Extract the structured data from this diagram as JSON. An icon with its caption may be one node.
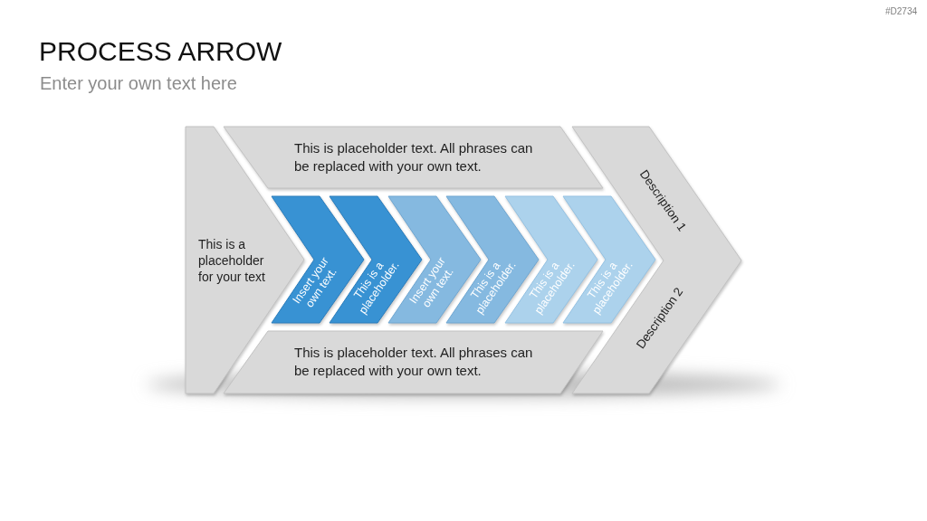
{
  "diagram": {
    "title": "PROCESS ARROW",
    "nodes": [
      {
        "text": [
          "This is a placeholder for your text"
        ]
      },
      {
        "text": [
          "This is placeholder text. All phrases can be replaced with your own text."
        ]
      },
      {
        "text": [
          "Insert your own text."
        ]
      },
      {
        "text": [
          "This is a placeholder."
        ]
      },
      {
        "text": [
          "Insert your own text."
        ]
      },
      {
        "text": [
          "This is a placeholder."
        ]
      },
      {
        "text": [
          "This is a placeholder."
        ]
      },
      {
        "text": [
          "This is a placeholder."
        ]
      },
      {
        "text": [
          "This is placeholder text. All phrases can be replaced with your own text."
        ]
      },
      {
        "text": [
          "Description 1",
          "Description 2"
        ]
      }
    ],
    "labels": [
      "#D2734",
      "Enter your own text here"
    ]
  }
}
